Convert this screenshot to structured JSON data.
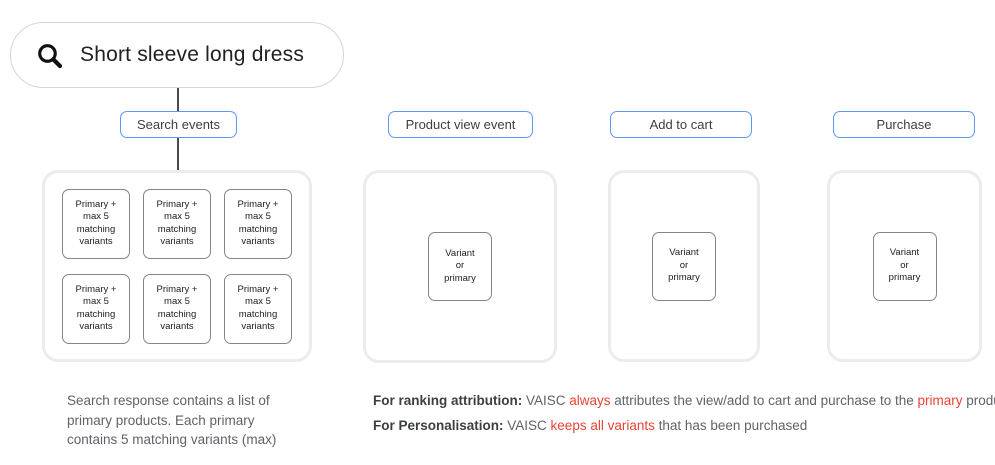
{
  "search_bar": {
    "query": "Short sleeve long dress",
    "icon": "magnifier-icon"
  },
  "colors": {
    "label_border_blue": "#5e97f6",
    "highlight_red": "#ea4335",
    "container_border_gray": "#ececec",
    "box_border_gray": "#80868b"
  },
  "columns": [
    {
      "label": "Search events",
      "boxes": [
        "Primary +\nmax 5\nmatching\nvariants",
        "Primary +\nmax 5\nmatching\nvariants",
        "Primary +\nmax 5\nmatching\nvariants",
        "Primary +\nmax 5\nmatching\nvariants",
        "Primary +\nmax 5\nmatching\nvariants",
        "Primary +\nmax 5\nmatching\nvariants"
      ]
    },
    {
      "label": "Product view event",
      "boxes": [
        "Variant\nor\nprimary"
      ]
    },
    {
      "label": "Add to cart",
      "boxes": [
        "Variant\nor\nprimary"
      ]
    },
    {
      "label": "Purchase",
      "boxes": [
        "Variant\nor\nprimary"
      ]
    }
  ],
  "notes": {
    "search_note": "Search response contains a list of\nprimary products. Each primary\ncontains 5 matching variants (max)",
    "ranking_line": [
      {
        "text": "For ranking attribution: ",
        "style": "bold"
      },
      {
        "text": "VAISC ",
        "style": "normal"
      },
      {
        "text": "always",
        "style": "red"
      },
      {
        "text": " attributes the view/add to cart and purchase to the ",
        "style": "normal"
      },
      {
        "text": "primary",
        "style": "red"
      },
      {
        "text": " product.",
        "style": "normal"
      }
    ],
    "personalisation_line": [
      {
        "text": "For Personalisation: ",
        "style": "bold"
      },
      {
        "text": "VAISC ",
        "style": "normal"
      },
      {
        "text": "keeps all variants",
        "style": "red"
      },
      {
        "text": " that has been purchased",
        "style": "normal"
      }
    ]
  }
}
